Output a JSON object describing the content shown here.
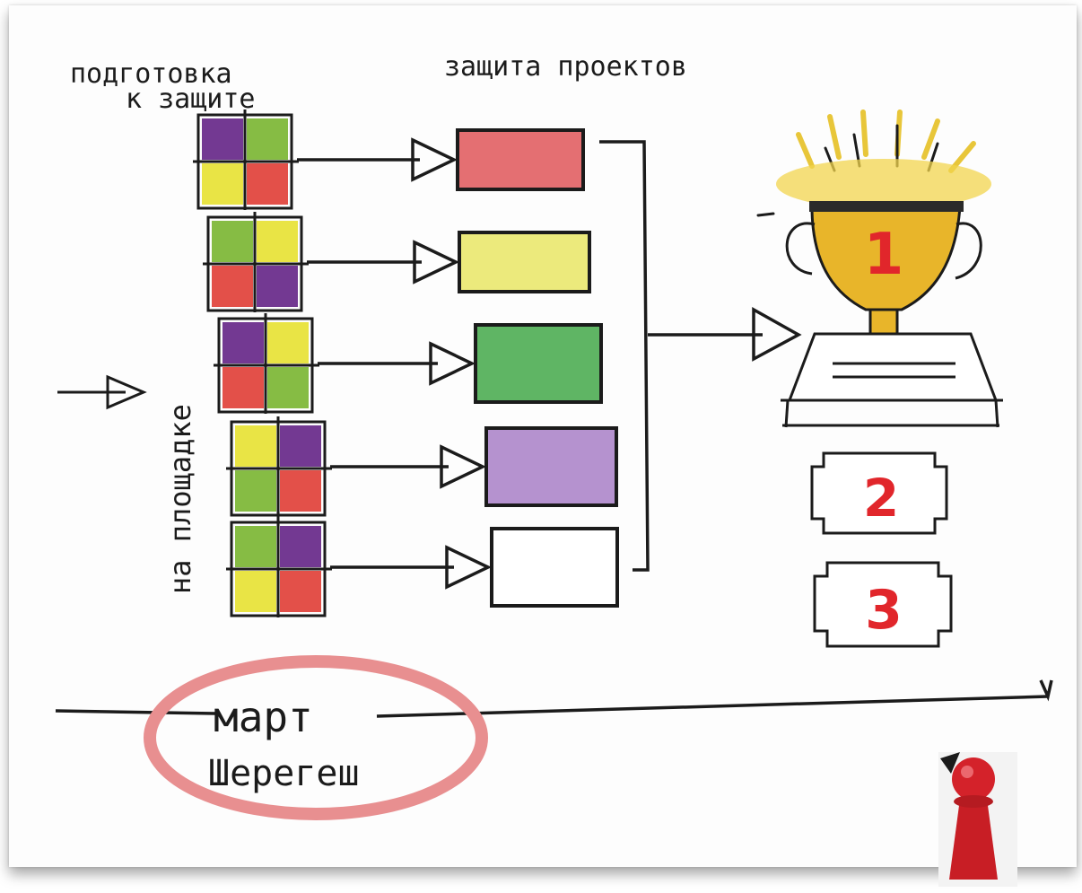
{
  "labels": {
    "prep_line1": "подготовка",
    "prep_line2": "к защите",
    "defense": "защита проектов",
    "on_site": "на площадке",
    "month": "март",
    "place": "Шерегеш"
  },
  "places": [
    "1",
    "2",
    "3"
  ],
  "project_colors": [
    "#e46f72",
    "#ecea7c",
    "#5fb564",
    "#b592cf",
    "#ffffff"
  ],
  "team_grids": [
    [
      "#6b2e8c",
      "#7fb83a",
      "#e8e33b",
      "#e2473f"
    ],
    [
      "#7fb83a",
      "#e8e33b",
      "#e2473f",
      "#6b2e8c"
    ],
    [
      "#6b2e8c",
      "#e8e33b",
      "#e2473f",
      "#7fb83a"
    ],
    [
      "#e8e33b",
      "#6b2e8c",
      "#7fb83a",
      "#e2473f"
    ],
    [
      "#7fb83a",
      "#6b2e8c",
      "#e8e33b",
      "#e2473f"
    ]
  ],
  "accent_red": "#e1262b",
  "circle_color": "#e88f90",
  "trophy_gold": "#e8b52a"
}
